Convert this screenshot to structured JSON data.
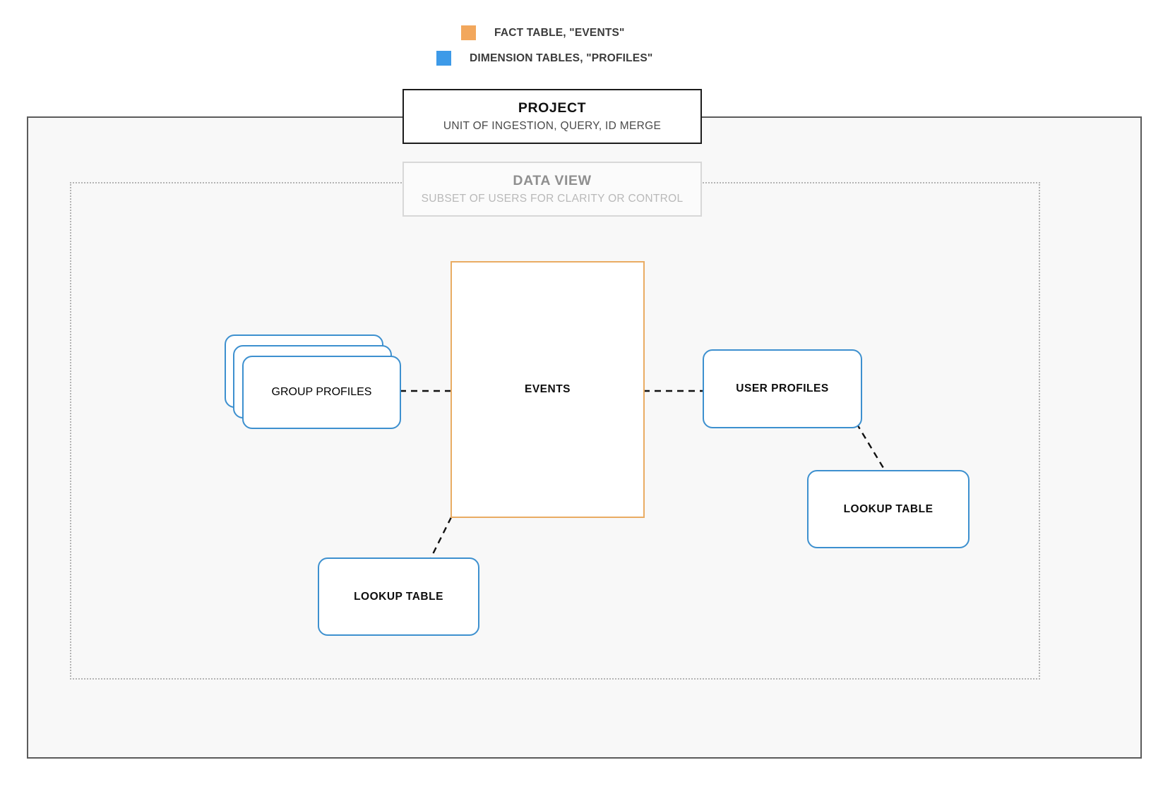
{
  "legend": {
    "items": [
      {
        "label": "FACT TABLE, \"EVENTS\"",
        "color": "#f2a75c",
        "icon": "square-swatch-icon"
      },
      {
        "label": "DIMENSION TABLES, \"PROFILES\"",
        "color": "#3d9ae8",
        "icon": "square-swatch-icon"
      }
    ]
  },
  "project": {
    "title": "PROJECT",
    "subtitle": "UNIT OF INGESTION, QUERY, ID MERGE",
    "border_color": "#1c1c1c",
    "container_fill": "#f8f8f8",
    "container_border": "#5b5b5b"
  },
  "data_view": {
    "title": "DATA VIEW",
    "subtitle": "SUBSET OF USERS FOR CLARITY OR CONTROL",
    "border_color": "#d8d8d8",
    "title_color": "#8f8f8f",
    "subtitle_color": "#b9b9b9",
    "container_border": "#b4b4b4"
  },
  "entities": {
    "events": {
      "label": "EVENTS",
      "color": "#e9ac63",
      "kind": "fact-table"
    },
    "group_profiles": {
      "label": "GROUP PROFILES",
      "color": "#3d90cf",
      "kind": "dimension-table",
      "stack_count": 3
    },
    "user_profiles": {
      "label": "USER PROFILES",
      "color": "#3d90cf",
      "kind": "dimension-table"
    },
    "lookup_table_left": {
      "label": "LOOKUP TABLE",
      "color": "#3d90cf",
      "kind": "lookup-table"
    },
    "lookup_table_right": {
      "label": "LOOKUP TABLE",
      "color": "#3d90cf",
      "kind": "lookup-table"
    }
  },
  "connectors": [
    {
      "name": "group-profiles-to-events",
      "style": "dashed",
      "color": "#111111"
    },
    {
      "name": "events-to-user-profiles",
      "style": "dashed",
      "color": "#111111"
    },
    {
      "name": "events-to-lookup-table-left",
      "style": "dashed",
      "color": "#111111"
    },
    {
      "name": "user-profiles-to-lookup-table-right",
      "style": "dashed",
      "color": "#111111"
    }
  ]
}
